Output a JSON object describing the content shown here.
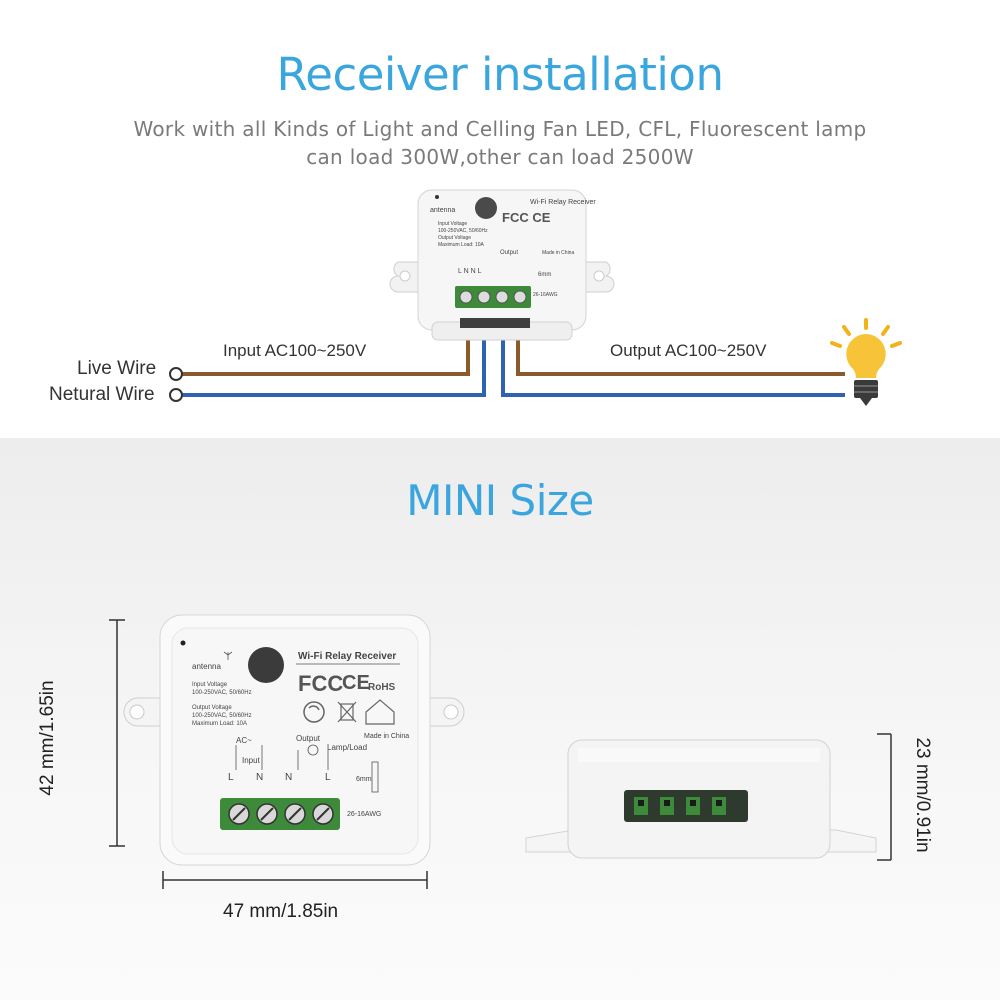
{
  "section1": {
    "title": "Receiver installation",
    "subtitle_line1": "Work with all Kinds of Light and Celling Fan LED, CFL,  Fluorescent lamp",
    "subtitle_line2": "can load 300W,other can load 2500W",
    "live_wire": "Live Wire",
    "neutral_wire": "Netural Wire",
    "input_label": "Input AC100~250V",
    "output_label": "Output AC100~250V"
  },
  "section2": {
    "title": "MINI Size",
    "width_dim": "47 mm/1.85in",
    "height_dim": "42 mm/1.65in",
    "depth_dim": "23 mm/0.91in"
  },
  "device": {
    "antenna": "antenna",
    "header": "Wi-Fi  Relay Receiver",
    "fcc": "FCC",
    "ce": "CE",
    "rohs": "RoHS",
    "made_in": "Made in China",
    "input_voltage": "Input Voltage",
    "input_voltage_val": "100-250VAC, 50/60Hz",
    "output_voltage": "Output Voltage",
    "output_voltage_val": "100-250VAC, 50/60Hz",
    "max_load": "Maximum Load: 10A",
    "ac": "AC~",
    "input": "Input",
    "output": "Output",
    "lamp_load": "Lamp/Load",
    "terminal_l": "L",
    "terminal_n": "N",
    "strip_len": "6mm",
    "awg": "26-16AWG"
  },
  "colors": {
    "accent": "#3aa6dd",
    "live_wire": "#8b5a2b",
    "neutral_wire": "#2f62b0",
    "terminal": "#3d8a3a"
  },
  "icons": [
    "bulb-icon",
    "recycle-icon",
    "bin-icon",
    "house-icon",
    "antenna-icon"
  ]
}
